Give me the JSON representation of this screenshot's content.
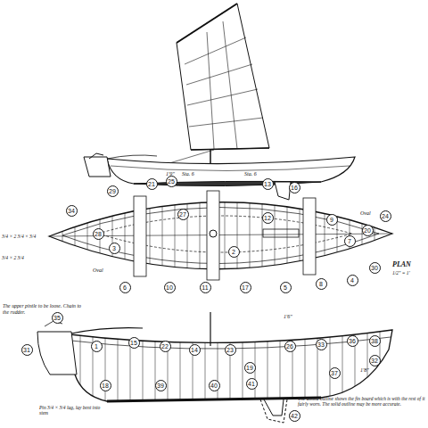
{
  "diagram": {
    "nodes": [
      {
        "text": [
          "34"
        ]
      },
      {
        "text": [
          "29"
        ]
      },
      {
        "text": [
          "21"
        ]
      },
      {
        "text": [
          "25"
        ]
      },
      {
        "text": [
          "13"
        ]
      },
      {
        "text": [
          "16"
        ]
      },
      {
        "text": [
          "24"
        ]
      },
      {
        "text": [
          "28"
        ]
      },
      {
        "text": [
          "3"
        ]
      },
      {
        "text": [
          "27"
        ]
      },
      {
        "text": [
          "2"
        ]
      },
      {
        "text": [
          "12"
        ]
      },
      {
        "text": [
          "9"
        ]
      },
      {
        "text": [
          "7"
        ]
      },
      {
        "text": [
          "20"
        ]
      },
      {
        "text": [
          "6"
        ]
      },
      {
        "text": [
          "10"
        ]
      },
      {
        "text": [
          "11"
        ]
      },
      {
        "text": [
          "17"
        ]
      },
      {
        "text": [
          "5"
        ]
      },
      {
        "text": [
          "8"
        ]
      },
      {
        "text": [
          "4"
        ]
      },
      {
        "text": [
          "30"
        ]
      },
      {
        "text": [
          "31"
        ]
      },
      {
        "text": [
          "35"
        ]
      },
      {
        "text": [
          "1"
        ]
      },
      {
        "text": [
          "15"
        ]
      },
      {
        "text": [
          "22"
        ]
      },
      {
        "text": [
          "14"
        ]
      },
      {
        "text": [
          "23"
        ]
      },
      {
        "text": [
          "19"
        ]
      },
      {
        "text": [
          "26"
        ]
      },
      {
        "text": [
          "33"
        ]
      },
      {
        "text": [
          "36"
        ]
      },
      {
        "text": [
          "38"
        ]
      },
      {
        "text": [
          "32"
        ]
      },
      {
        "text": [
          "37"
        ]
      },
      {
        "text": [
          "18"
        ]
      },
      {
        "text": [
          "39"
        ]
      },
      {
        "text": [
          "40"
        ]
      },
      {
        "text": [
          "41"
        ]
      },
      {
        "text": [
          "42"
        ]
      }
    ],
    "labels": [
      "1'9\"",
      "Sta. 6",
      "Sta. 6",
      "Oval",
      "Oval",
      "3/4 × 2 3/4 × 3/4",
      "3/4 × 2 3/4",
      "PLAN",
      "1/2\" = 1'",
      "The upper pintle to be loose. Chain to the rudder.",
      "Pin 3/4 × 3/4 lag, lay bent into stem",
      "1'6\"",
      "1'8\"",
      "The dotted outline shows the fin board which is with the rest of it fairly worn. The solid outline may be more accurate."
    ]
  }
}
